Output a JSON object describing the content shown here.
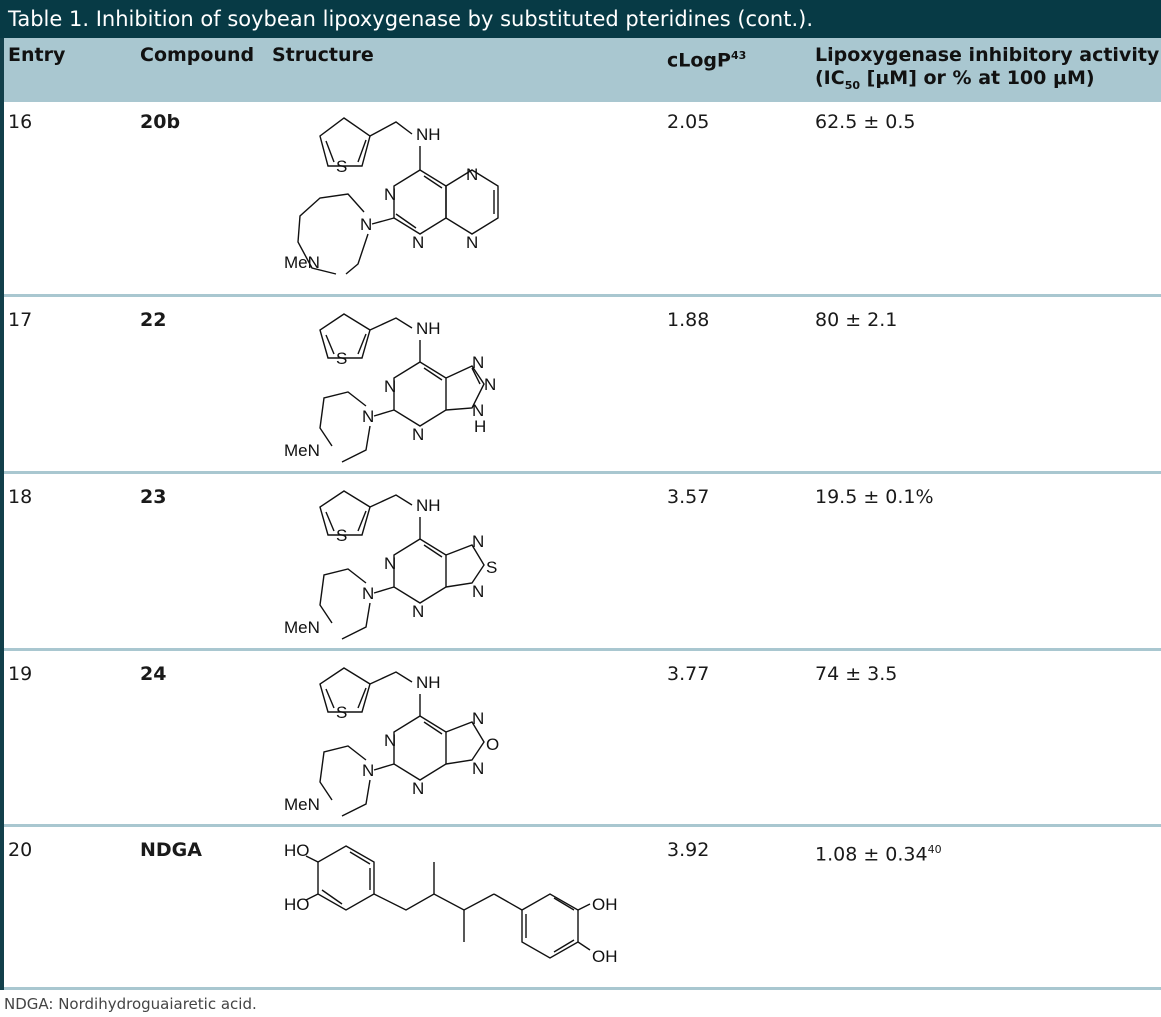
{
  "table": {
    "title": "Table 1. Inhibition of soybean lipoxygenase by substituted pteridines (cont.).",
    "headers": {
      "entry": "Entry",
      "compound": "Compound",
      "structure": "Structure",
      "clogp": "cLogP",
      "clogp_ref": "43",
      "activity_line1": "Lipoxygenase inhibitory activity",
      "activity_line2_pre": "(IC",
      "activity_line2_sub": "50",
      "activity_line2_post": " [μM] or % at 100 μM)"
    },
    "rows": [
      {
        "entry": "16",
        "compound": "20b",
        "clogp": "2.05",
        "activity": "62.5 ± 0.5",
        "activity_ref": ""
      },
      {
        "entry": "17",
        "compound": "22",
        "clogp": "1.88",
        "activity": "80 ± 2.1",
        "activity_ref": ""
      },
      {
        "entry": "18",
        "compound": "23",
        "clogp": "3.57",
        "activity": "19.5 ± 0.1%",
        "activity_ref": ""
      },
      {
        "entry": "19",
        "compound": "24",
        "clogp": "3.77",
        "activity": "74 ± 3.5",
        "activity_ref": ""
      },
      {
        "entry": "20",
        "compound": "NDGA",
        "clogp": "3.92",
        "activity": "1.08 ± 0.34",
        "activity_ref": "40"
      }
    ],
    "atoms": {
      "nh": "NH",
      "n": "N",
      "s": "S",
      "o": "O",
      "h": "H",
      "men": "MeN",
      "ho": "HO",
      "oh": "OH"
    },
    "footnote": "NDGA: Nordihydroguaiaretic acid."
  }
}
